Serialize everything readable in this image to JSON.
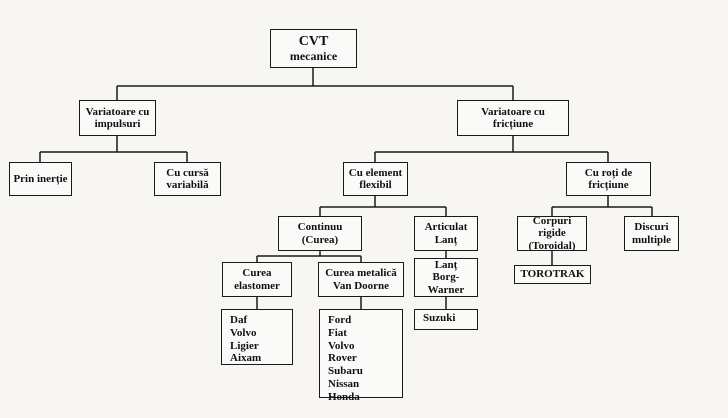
{
  "root": [
    "CVT",
    "mecanice"
  ],
  "impulse": [
    "Variatoare cu",
    "impulsuri"
  ],
  "friction": [
    "Variatoare cu",
    "fricțiune"
  ],
  "inertia": [
    "Prin inerție"
  ],
  "variable_stroke": [
    "Cu cursă",
    "variabilă"
  ],
  "flexible": [
    "Cu element",
    "flexibil"
  ],
  "friction_wheels": [
    "Cu roți de",
    "fricțiune"
  ],
  "continuous": [
    "Continuu",
    "(Curea)"
  ],
  "articulated": [
    "Articulat",
    "Lanț"
  ],
  "rigid": [
    "Corpuri rigide",
    "(Toroidal)"
  ],
  "discs": [
    "Discuri",
    "multiple"
  ],
  "elastomer": [
    "Curea",
    "elastomer"
  ],
  "metal_belt": [
    "Curea metalică",
    "Van Doorne"
  ],
  "borg_warner": [
    "Lanț",
    "Borg-Warner"
  ],
  "torotrak": [
    "TOROTRAK"
  ],
  "elastomer_makers": [
    "Daf",
    "Volvo",
    "Ligier",
    "Aixam"
  ],
  "metal_belt_makers": [
    "Ford",
    "Fiat",
    "Volvo",
    "Rover",
    "Subaru",
    "Nissan",
    "Honda"
  ],
  "chain_makers": [
    "Suzuki"
  ]
}
